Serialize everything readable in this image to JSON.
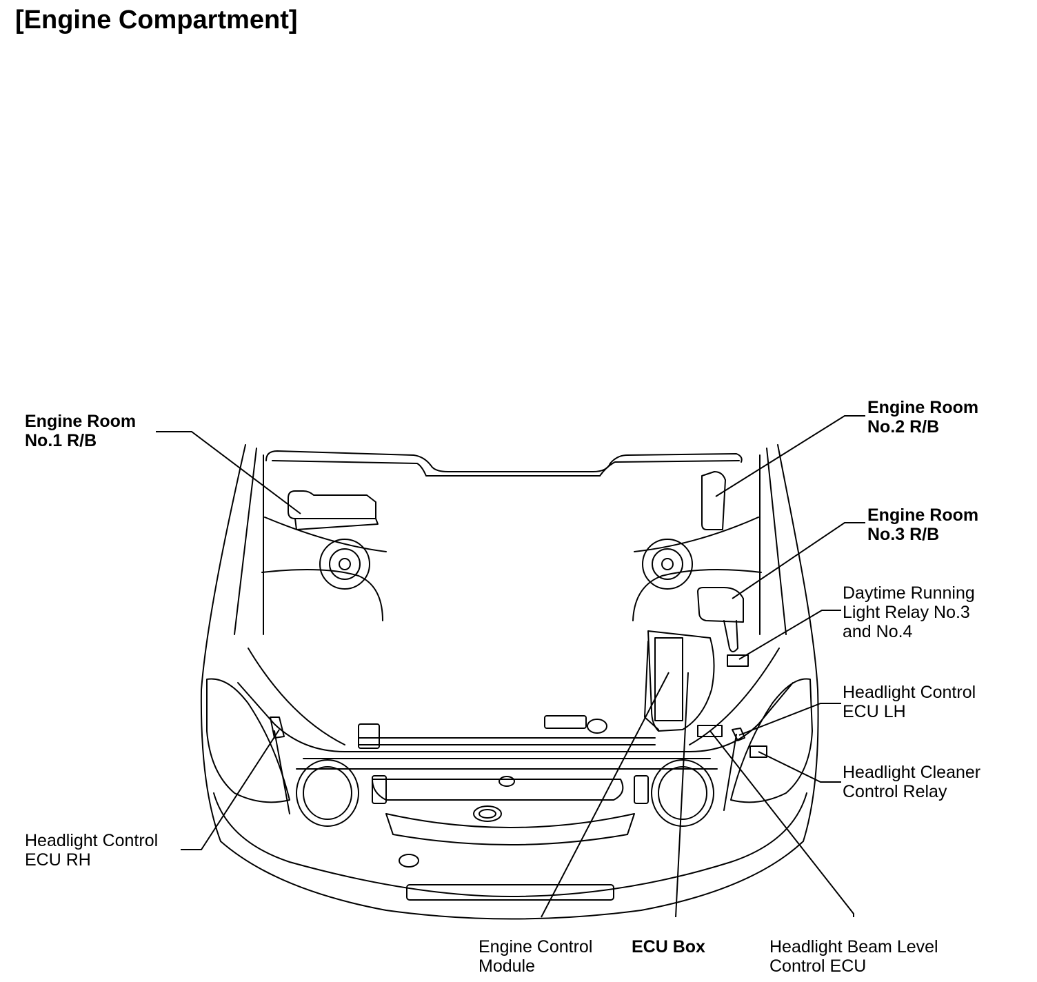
{
  "title": "[Engine Compartment]",
  "labels": {
    "er1": [
      "Engine Room",
      "No.1 R/B"
    ],
    "er2": [
      "Engine Room",
      "No.2 R/B"
    ],
    "er3": [
      "Engine Room",
      "No.3 R/B"
    ],
    "drl": [
      "Daytime Running",
      "Light Relay No.3",
      "and No.4"
    ],
    "hclh": [
      "Headlight Control",
      "ECU LH"
    ],
    "hcr": [
      "Headlight Cleaner",
      "Control Relay"
    ],
    "hcrh": [
      "Headlight Control",
      "ECU RH"
    ],
    "ecm": [
      "Engine Control",
      "Module"
    ],
    "ecubox": [
      "ECU Box"
    ],
    "hbl": [
      "Headlight Beam Level",
      "Control ECU"
    ]
  }
}
